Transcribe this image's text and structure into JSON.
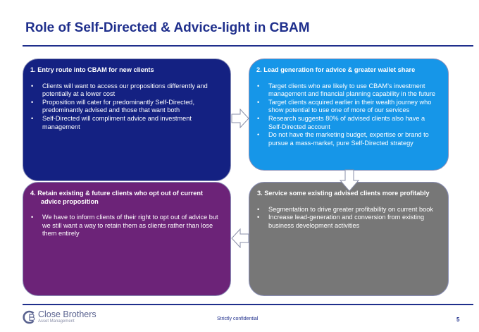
{
  "slide": {
    "title": "Role of Self-Directed & Advice-light in CBAM",
    "page_number": "5",
    "footer_text": "Strictly confidential"
  },
  "logo": {
    "name": "Close Brothers",
    "subtitle": "Asset Management"
  },
  "boxes": {
    "box1": {
      "heading": "1.  Entry route into CBAM for new clients",
      "bullets": [
        "Clients will want to access our propositions differently and potentially at a lower cost",
        "Proposition will cater for predominantly Self-Directed, predominantly advised and those that want both",
        "Self-Directed will compliment advice and investment management"
      ],
      "color": "#142182"
    },
    "box2": {
      "heading": "2. Lead generation for advice & greater wallet share",
      "bullets": [
        "Target clients who are likely to use CBAM’s investment management and financial planning capability in the future",
        "Target clients acquired earlier in their wealth journey who show potential to use one of more of our services",
        "Research suggests 80% of advised clients also have a Self-Directed account",
        "Do not have the marketing budget, expertise or brand to pursue a mass-market, pure Self-Directed strategy"
      ],
      "color": "#1696e8"
    },
    "box3": {
      "heading": "3. Service some existing advised clients more profitably",
      "bullets": [
        "Segmentation to drive greater profitability on current book",
        "Increase lead-generation and conversion from existing business development activities"
      ],
      "color": "#777777"
    },
    "box4": {
      "heading": "4. Retain existing & future clients who opt out of current advice proposition",
      "bullets": [
        "We have to inform clients of their right to opt out of advice but we still want a way to retain them as clients rather than lose them entirely"
      ],
      "color": "#6c2378"
    }
  },
  "colors": {
    "title": "#1f2f8c",
    "rule": "#1f2f8c",
    "arrow_fill": "#ffffff",
    "arrow_stroke": "#8a8fa8"
  }
}
